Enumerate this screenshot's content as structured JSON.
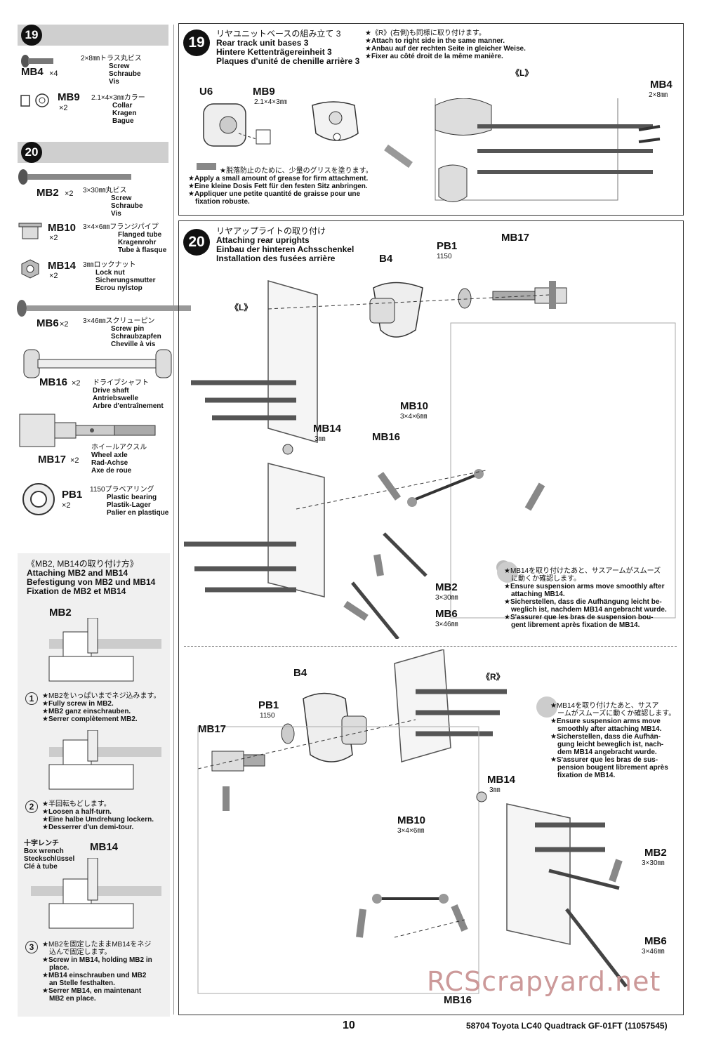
{
  "step19_parts": {
    "num": "19",
    "mb4": {
      "code": "MB4",
      "qty": "×4",
      "spec": "2×8㎜トラス丸ビス",
      "l1": "Screw",
      "l2": "Schraube",
      "l3": "Vis"
    },
    "mb9": {
      "code": "MB9",
      "qty": "×2",
      "spec": "2.1×4×3㎜カラー",
      "l1": "Collar",
      "l2": "Kragen",
      "l3": "Bague"
    }
  },
  "step20_parts": {
    "num": "20",
    "mb2": {
      "code": "MB2",
      "qty": "×2",
      "spec": "3×30㎜丸ビス",
      "l1": "Screw",
      "l2": "Schraube",
      "l3": "Vis"
    },
    "mb10": {
      "code": "MB10",
      "qty": "×2",
      "spec": "3×4×6㎜フランジパイプ",
      "l1": "Flanged tube",
      "l2": "Kragenrohr",
      "l3": "Tube à flasque"
    },
    "mb14": {
      "code": "MB14",
      "qty": "×2",
      "spec": "3㎜ロックナット",
      "l1": "Lock nut",
      "l2": "Sicherungsmutter",
      "l3": "Ecrou nylstop"
    },
    "mb6": {
      "code": "MB6",
      "qty": "×2",
      "spec": "3×46㎜スクリューピン",
      "l1": "Screw pin",
      "l2": "Schraubzapfen",
      "l3": "Cheville à vis"
    },
    "mb16": {
      "code": "MB16",
      "qty": "×2",
      "spec": "ドライブシャフト",
      "l1": "Drive shaft",
      "l2": "Antriebswelle",
      "l3": "Arbre d'entraînement"
    },
    "mb17": {
      "code": "MB17",
      "qty": "×2",
      "spec": "ホイールアクスル",
      "l1": "Wheel axle",
      "l2": "Rad-Achse",
      "l3": "Axe de roue"
    },
    "pb1": {
      "code": "PB1",
      "qty": "×2",
      "spec": "1150プラベアリング",
      "l1": "Plastic bearing",
      "l2": "Plastik-Lager",
      "l3": "Palier en plastique"
    }
  },
  "attach_box": {
    "title_jp": "《MB2, MB14の取り付け方》",
    "title_en": "Attaching MB2 and MB14",
    "title_de": "Befestigung von MB2 und MB14",
    "title_fr": "Fixation de MB2 et MB14",
    "mb2_label": "MB2",
    "mb14_label": "MB14",
    "wrench_lines": [
      "十字レンチ",
      "Box wrench",
      "Steckschlüssel",
      "Clé à tube"
    ],
    "sub1": {
      "num": "1",
      "lines": [
        "★MB2をいっぱいまでネジ込みます。",
        "★Fully screw in MB2.",
        "★MB2 ganz einschrauben.",
        "★Serrer complètement MB2."
      ]
    },
    "sub2": {
      "num": "2",
      "lines": [
        "★半回転もどします。",
        "★Loosen a half-turn.",
        "★Eine halbe Umdrehung lockern.",
        "★Desserrer d'un demi-tour."
      ]
    },
    "sub3": {
      "num": "3",
      "lines": [
        "★MB2を固定したままMB14をネジ",
        "込んで固定します。",
        "★Screw in MB14, holding MB2 in",
        "place.",
        "★MB14 einschrauben und MB2",
        "an Stelle festhalten.",
        "★Serrer MB14, en maintenant",
        "MB2 en place."
      ]
    }
  },
  "step19": {
    "num": "19",
    "title_jp": "リヤユニットベースの組み立て 3",
    "title_en": "Rear track unit bases 3",
    "title_de": "Hintere Kettenträgereinheit 3",
    "title_fr": "Plaques d'unité de chenille arrière 3",
    "note_lines": [
      "★《R》(右側)も同様に取り付けます。",
      "★Attach to right side in the same manner.",
      "★Anbau auf der rechten Seite in gleicher Weise.",
      "★Fixer au côté droit de la même manière."
    ],
    "u6": "U6",
    "mb9": "MB9",
    "mb9_size": "2.1×4×3㎜",
    "l_label": "《L》",
    "mb4": "MB4",
    "mb4_size": "2×8㎜",
    "grease_lines": [
      "★脱落防止のために、少量のグリスを塗ります。",
      "★Apply a small amount of grease for firm attachment.",
      "★Eine kleine Dosis Fett für den festen Sitz anbringen.",
      "★Appliquer une petite quantité de graisse pour une",
      "fixation robuste."
    ]
  },
  "step20": {
    "num": "20",
    "title_jp": "リヤアップライトの取り付け",
    "title_en": "Attaching rear uprights",
    "title_de": "Einbau der hinteren Achsschenkel",
    "title_fr": "Installation des fusées arrière",
    "l_label": "《L》",
    "r_label": "《R》",
    "b4": "B4",
    "pb1": "PB1",
    "pb1_sub": "1150",
    "mb17": "MB17",
    "mb10": "MB10",
    "mb10_size": "3×4×6㎜",
    "mb14": "MB14",
    "mb14_size": "3㎜",
    "mb16": "MB16",
    "mb2": "MB2",
    "mb2_size": "3×30㎜",
    "mb6": "MB6",
    "mb6_size": "3×46㎜",
    "note_upper": [
      "★MB14を取り付けたあと、サスアームがスムーズ",
      "に動くか確認します。",
      "★Ensure suspension arms move smoothly after",
      "attaching MB14.",
      "★Sicherstellen, dass die Aufhängung leicht be-",
      "weglich ist, nachdem MB14 angebracht wurde.",
      "★S'assurer que les bras de suspension bou-",
      "gent librement après fixation de MB14."
    ],
    "note_lower": [
      "★MB14を取り付けたあと、サスア",
      "ームがスムーズに動くか確認します。",
      "★Ensure suspension arms move",
      "smoothly after attaching MB14.",
      "★Sicherstellen, dass die Aufhän-",
      "gung leicht beweglich ist, nach-",
      "dem MB14 angebracht wurde.",
      "★S'assurer que les bras de sus-",
      "pension bougent librement après",
      "fixation de MB14."
    ]
  },
  "footer": {
    "page": "10",
    "model": "58704 Toyota LC40 Quadtrack GF-01FT (11057545)",
    "watermark": "RCScrapyard.net"
  }
}
